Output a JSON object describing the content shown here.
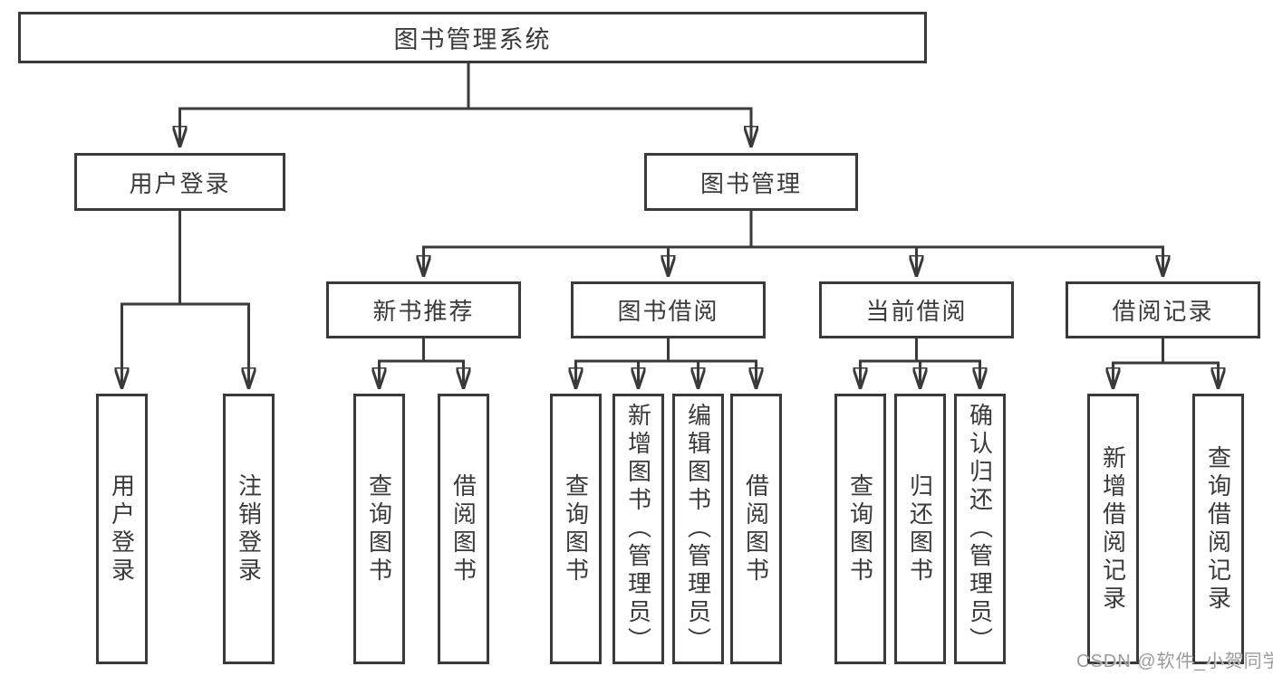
{
  "diagram": {
    "root": {
      "label": "图书管理系统"
    },
    "level2": [
      {
        "label": "用户登录"
      },
      {
        "label": "图书管理"
      }
    ],
    "level3": [
      {
        "label": "新书推荐",
        "parent": "图书管理"
      },
      {
        "label": "图书借阅",
        "parent": "图书管理"
      },
      {
        "label": "当前借阅",
        "parent": "图书管理"
      },
      {
        "label": "借阅记录",
        "parent": "图书管理"
      }
    ],
    "leaves": [
      {
        "label": "用户登录",
        "parent": "用户登录"
      },
      {
        "label": "注销登录",
        "parent": "用户登录"
      },
      {
        "label": "查询图书",
        "parent": "新书推荐"
      },
      {
        "label": "借阅图书",
        "parent": "新书推荐"
      },
      {
        "label": "查询图书",
        "parent": "图书借阅"
      },
      {
        "label": "新增图书（管理员）",
        "parent": "图书借阅"
      },
      {
        "label": "编辑图书（管理员）",
        "parent": "图书借阅"
      },
      {
        "label": "借阅图书",
        "parent": "图书借阅"
      },
      {
        "label": "查询图书",
        "parent": "当前借阅"
      },
      {
        "label": "归还图书",
        "parent": "当前借阅"
      },
      {
        "label": "确认归还（管理员）",
        "parent": "当前借阅"
      },
      {
        "label": "新增借阅记录",
        "parent": "借阅记录"
      },
      {
        "label": "查询借阅记录",
        "parent": "借阅记录"
      }
    ],
    "colors": {
      "line": "#3a3a3a",
      "text": "#3a3a3a",
      "box_background": "#ffffff"
    }
  },
  "watermark": {
    "text": "CSDN @软件_小贺同学",
    "color": "#9c9c9c"
  }
}
